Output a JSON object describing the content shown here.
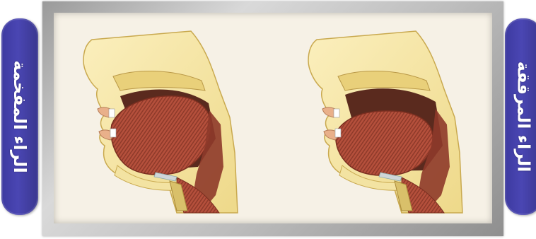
{
  "labels": {
    "left_tab": "الراء المفخمة",
    "right_tab": "الراء المرققة"
  },
  "colors": {
    "tab": "#4541a8",
    "skin": "#f7e7a6",
    "skin_edge": "#c9a94f",
    "muscle": "#b4513e",
    "cavity": "#5a2a1e",
    "throat": "#d9c06a",
    "frame": "#bdbdbd",
    "background": "#f6f1e6"
  },
  "diagrams": [
    {
      "variant": "heavy",
      "caption_ref": "left_tab"
    },
    {
      "variant": "light",
      "caption_ref": "right_tab"
    }
  ]
}
